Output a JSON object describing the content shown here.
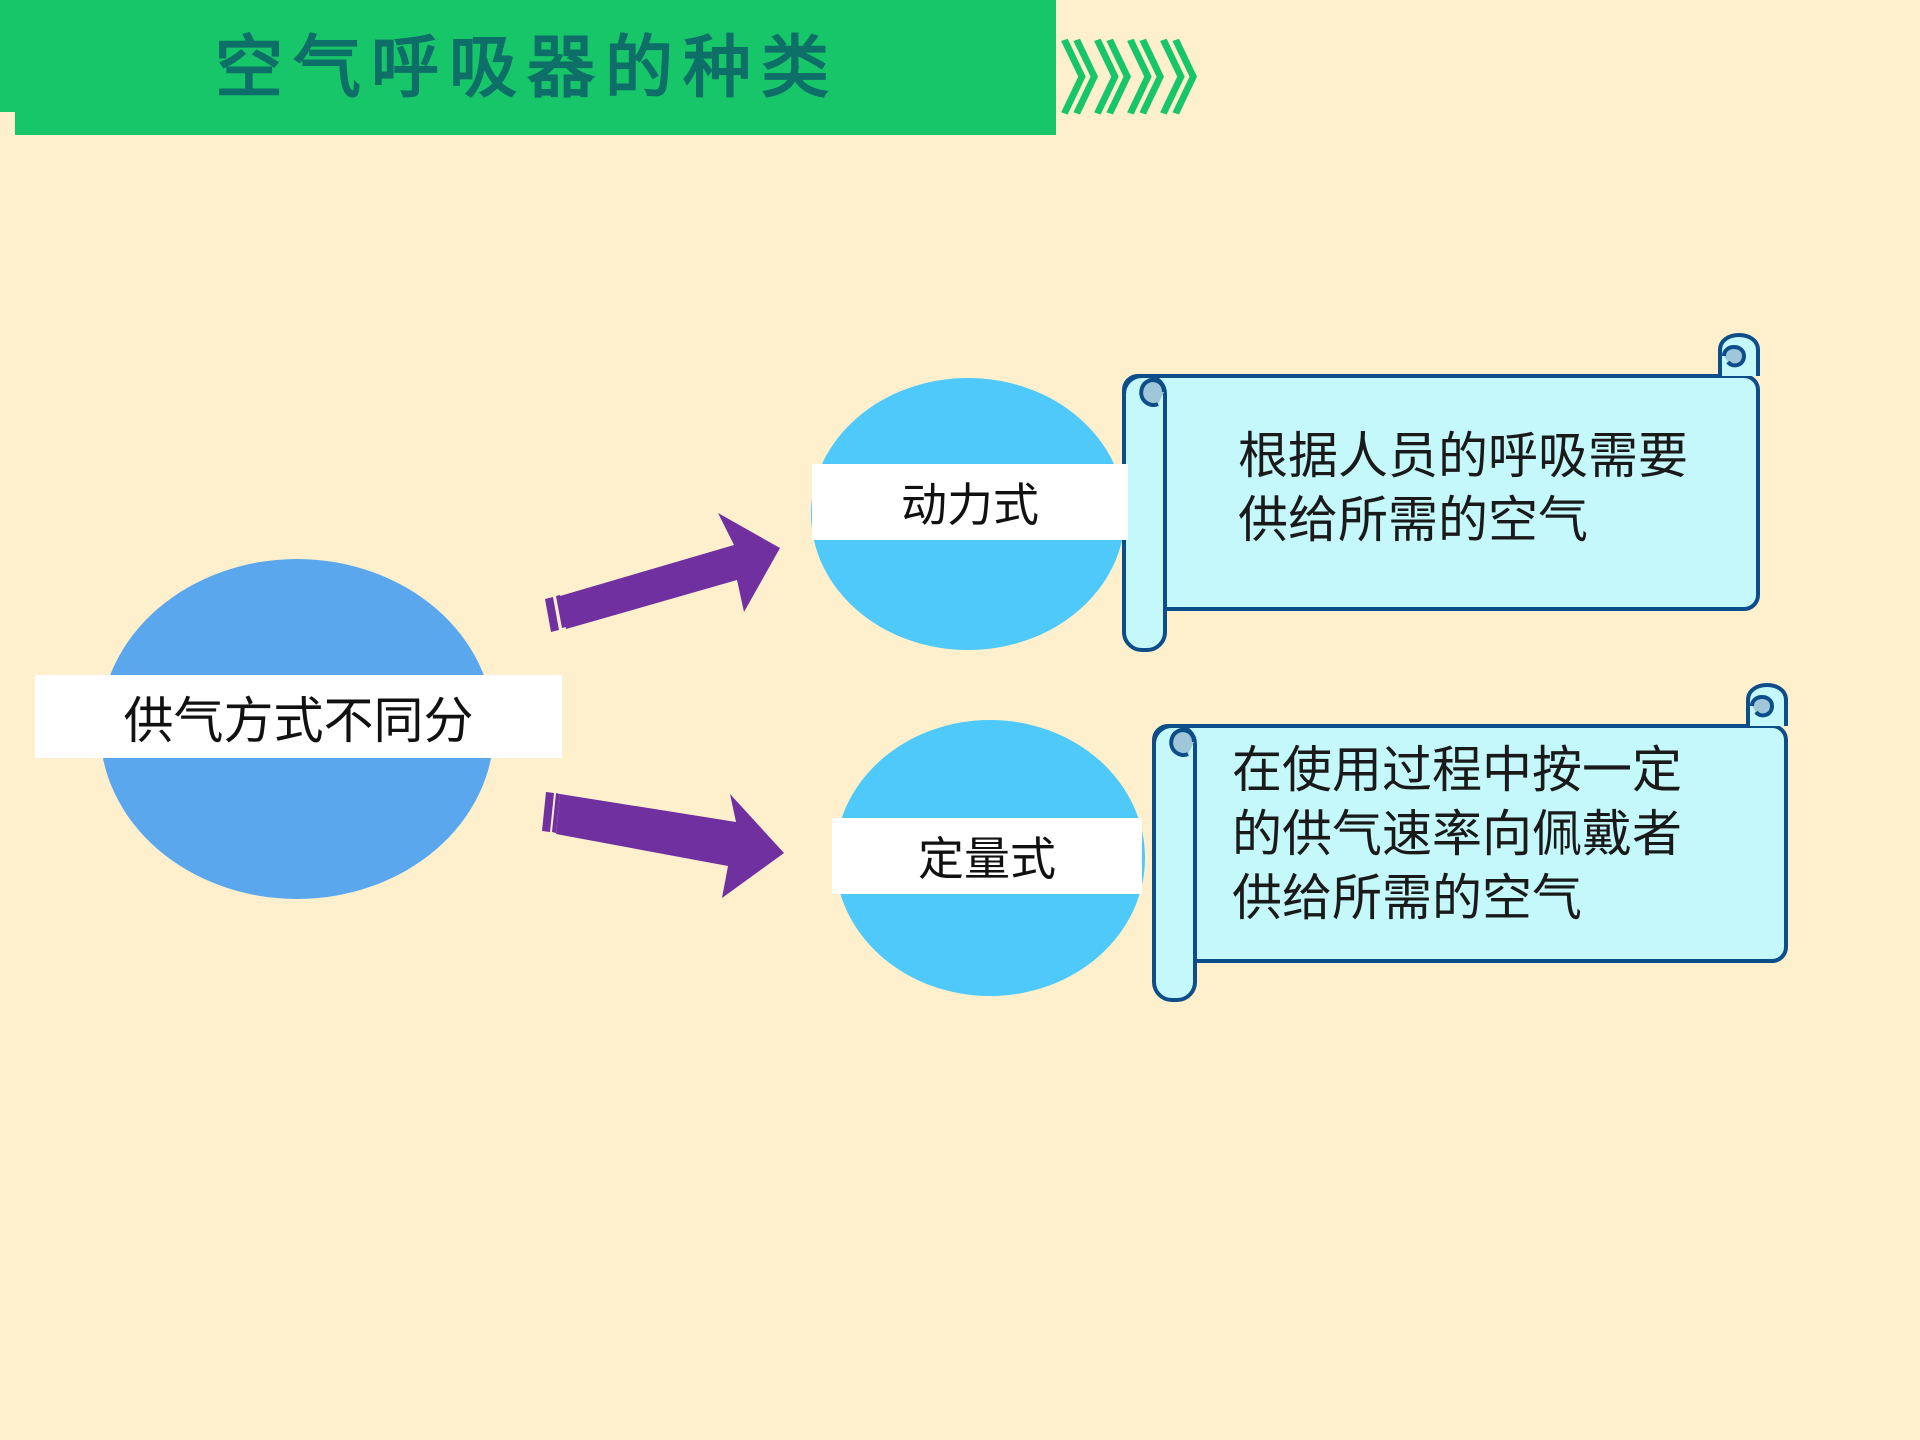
{
  "title": "空气呼吸器的种类",
  "chevrons": "》》》》",
  "colors": {
    "background": "#FEF0CD",
    "title_bar": "#18C66A",
    "title_text": "#0D6F67",
    "main_circle": "#5BA7EE",
    "sub_circle": "#4FC9FA",
    "arrow": "#7030A0",
    "scroll_fill": "#C5F8FA",
    "scroll_outline": "#0D4D8A"
  },
  "diagram": {
    "root": {
      "label": "供气方式不同分"
    },
    "branches": [
      {
        "label": "动力式",
        "description_lines": [
          "根据人员的呼吸需要",
          "供给所需的空气"
        ]
      },
      {
        "label": "定量式",
        "description_lines": [
          "在使用过程中按一定",
          "的供气速率向佩戴者",
          "供给所需的空气"
        ]
      }
    ]
  }
}
